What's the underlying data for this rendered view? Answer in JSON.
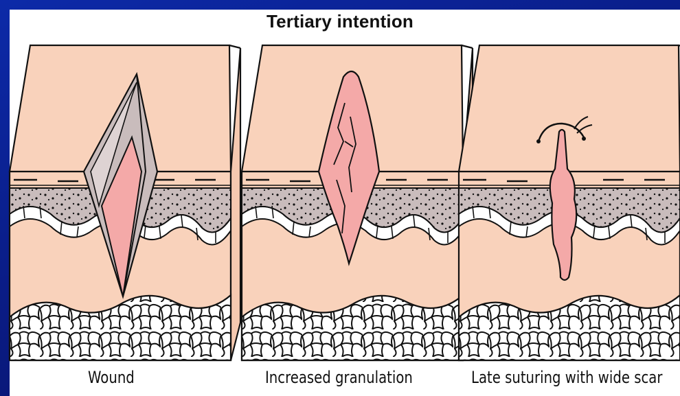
{
  "title": "Tertiary intention",
  "panels": [
    {
      "caption": "Wound"
    },
    {
      "caption": "Increased granulation"
    },
    {
      "caption": "Late suturing with wide scar"
    }
  ],
  "colors": {
    "slide_background": "#0b1d8a",
    "skin": "#f9d2bb",
    "dermis_layer": "#c9bcbc",
    "granulation": "#f4a9a8",
    "fat_cells": "#ffffff",
    "outline": "#111111"
  }
}
